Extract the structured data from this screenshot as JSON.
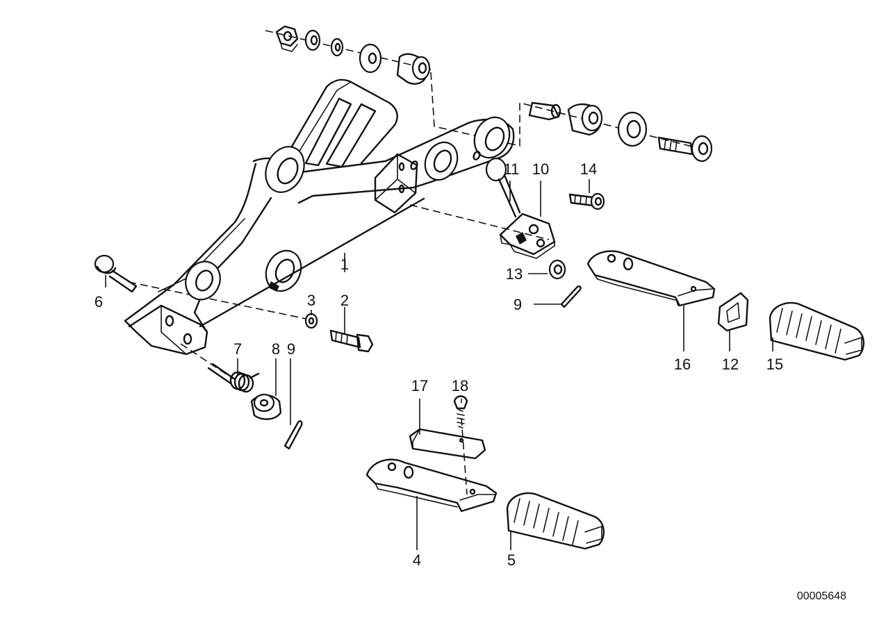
{
  "diagram": {
    "callouts": [
      {
        "id": "1",
        "label": "1"
      },
      {
        "id": "2",
        "label": "2"
      },
      {
        "id": "3",
        "label": "3"
      },
      {
        "id": "4",
        "label": "4"
      },
      {
        "id": "5",
        "label": "5"
      },
      {
        "id": "6",
        "label": "6"
      },
      {
        "id": "7",
        "label": "7"
      },
      {
        "id": "8",
        "label": "8"
      },
      {
        "id": "9a",
        "label": "9"
      },
      {
        "id": "9b",
        "label": "9"
      },
      {
        "id": "10",
        "label": "10"
      },
      {
        "id": "11",
        "label": "11"
      },
      {
        "id": "12",
        "label": "12"
      },
      {
        "id": "13",
        "label": "13"
      },
      {
        "id": "14",
        "label": "14"
      },
      {
        "id": "15",
        "label": "15"
      },
      {
        "id": "16",
        "label": "16"
      },
      {
        "id": "17",
        "label": "17"
      },
      {
        "id": "18",
        "label": "18"
      }
    ],
    "reference_number": "00005648"
  }
}
